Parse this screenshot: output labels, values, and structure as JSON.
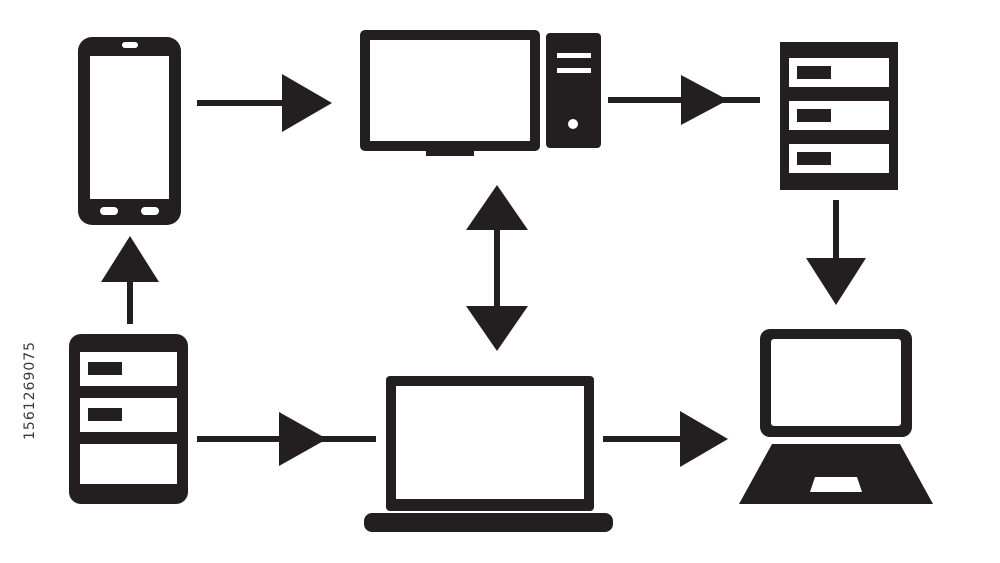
{
  "diagram": {
    "colors": {
      "ink": "#231f20",
      "background": "#ffffff"
    },
    "nodes": [
      {
        "id": "smartphone",
        "icon": "smartphone-icon"
      },
      {
        "id": "desktop-computer",
        "icon": "desktop-computer-icon"
      },
      {
        "id": "server-rack-top",
        "icon": "server-rack-icon"
      },
      {
        "id": "laptop-right",
        "icon": "laptop-icon"
      },
      {
        "id": "laptop-center",
        "icon": "laptop-icon"
      },
      {
        "id": "server-rack-bottom",
        "icon": "server-rack-icon"
      }
    ],
    "edges": [
      {
        "from": "server-rack-bottom",
        "to": "smartphone",
        "direction": "one-way"
      },
      {
        "from": "smartphone",
        "to": "desktop-computer",
        "direction": "one-way"
      },
      {
        "from": "desktop-computer",
        "to": "server-rack-top",
        "direction": "one-way"
      },
      {
        "from": "server-rack-top",
        "to": "laptop-right",
        "direction": "one-way"
      },
      {
        "from": "desktop-computer",
        "to": "laptop-center",
        "direction": "two-way"
      },
      {
        "from": "server-rack-bottom",
        "to": "laptop-center",
        "direction": "one-way"
      },
      {
        "from": "laptop-center",
        "to": "laptop-right",
        "direction": "one-way"
      }
    ]
  },
  "watermark": {
    "stock_id": "1561269075"
  }
}
